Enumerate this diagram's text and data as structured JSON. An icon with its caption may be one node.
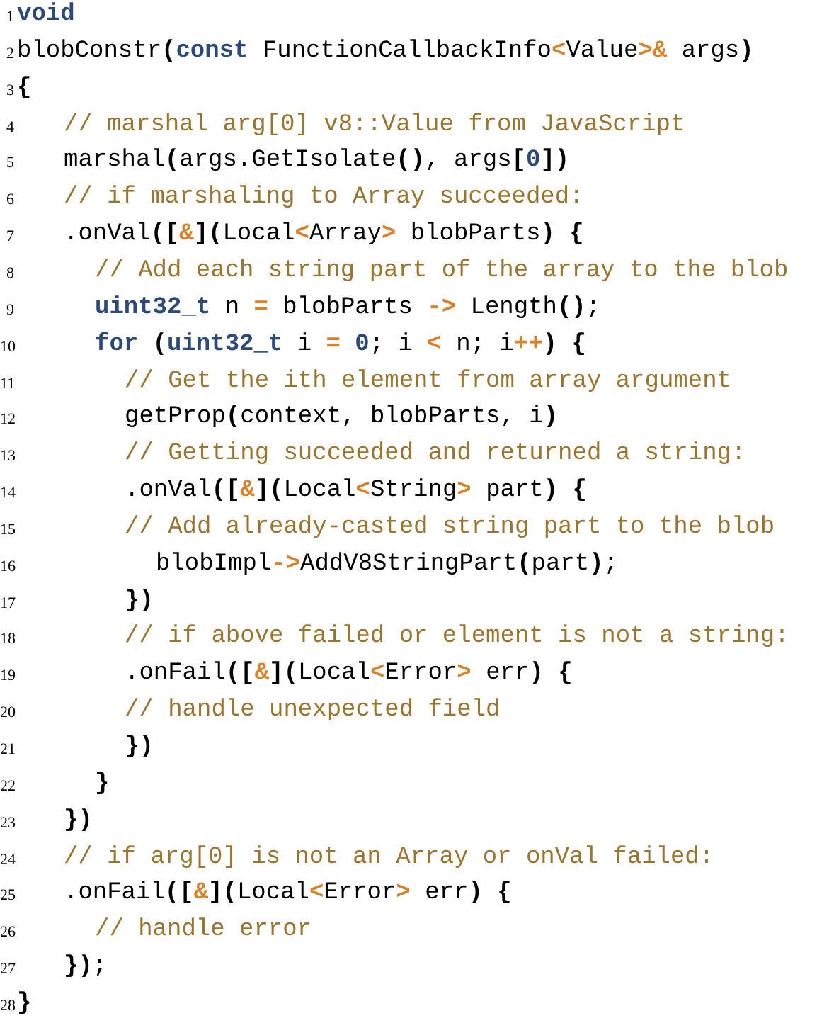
{
  "diagram": {
    "labels": [
      "1",
      "**void**",
      "2",
      "blobConstr**(const** FunctionCallbackInfo**<**Value**>&** args**)**",
      "3",
      "**{**",
      "4",
      "// marshal arg[0] v8::Value from JavaScript",
      "5",
      "marshal**(**args.GetIsolate**()**, args**[0])**",
      "6",
      "// if marshaling to Array succeeded:",
      "7",
      ".onVal**([&](**Local**<**Array**>** blobParts**) {**",
      "8",
      "// Add each string part of the array to the blob",
      "9",
      "**uint32_t** n **=** blobParts **->** Length**()**;",
      "10",
      "**for (uint32_t** i **= 0**; i **<** n; i**++) {**",
      "11",
      "// Get the ith element from array argument",
      "12",
      "getProp**(**context, blobParts, i**)**",
      "13",
      "// Getting succeeded and returned a string:",
      "14",
      ".onVal**([&](**Local**<**String**>** part**) {**",
      "15",
      "// Add already-casted string part to the blob",
      "16",
      "blobImpl**->**AddV8StringPart**(**part**)**;",
      "17",
      "**})**",
      "18",
      "// if above failed or element is not a string:",
      "19",
      ".onFail**([&](**Local**<**Error**>** err**) {**",
      "20",
      "// handle unexpected field",
      "21",
      "**})**",
      "22",
      "**}**",
      "23",
      "**})**",
      "24",
      "// if arg[0] is not an Array or onVal failed:",
      "25",
      ".onFail**([&](**Local**<**Error**>** err**) {**",
      "26",
      "// handle error",
      "27",
      "**})**;",
      "28",
      "**}**"
    ]
  }
}
